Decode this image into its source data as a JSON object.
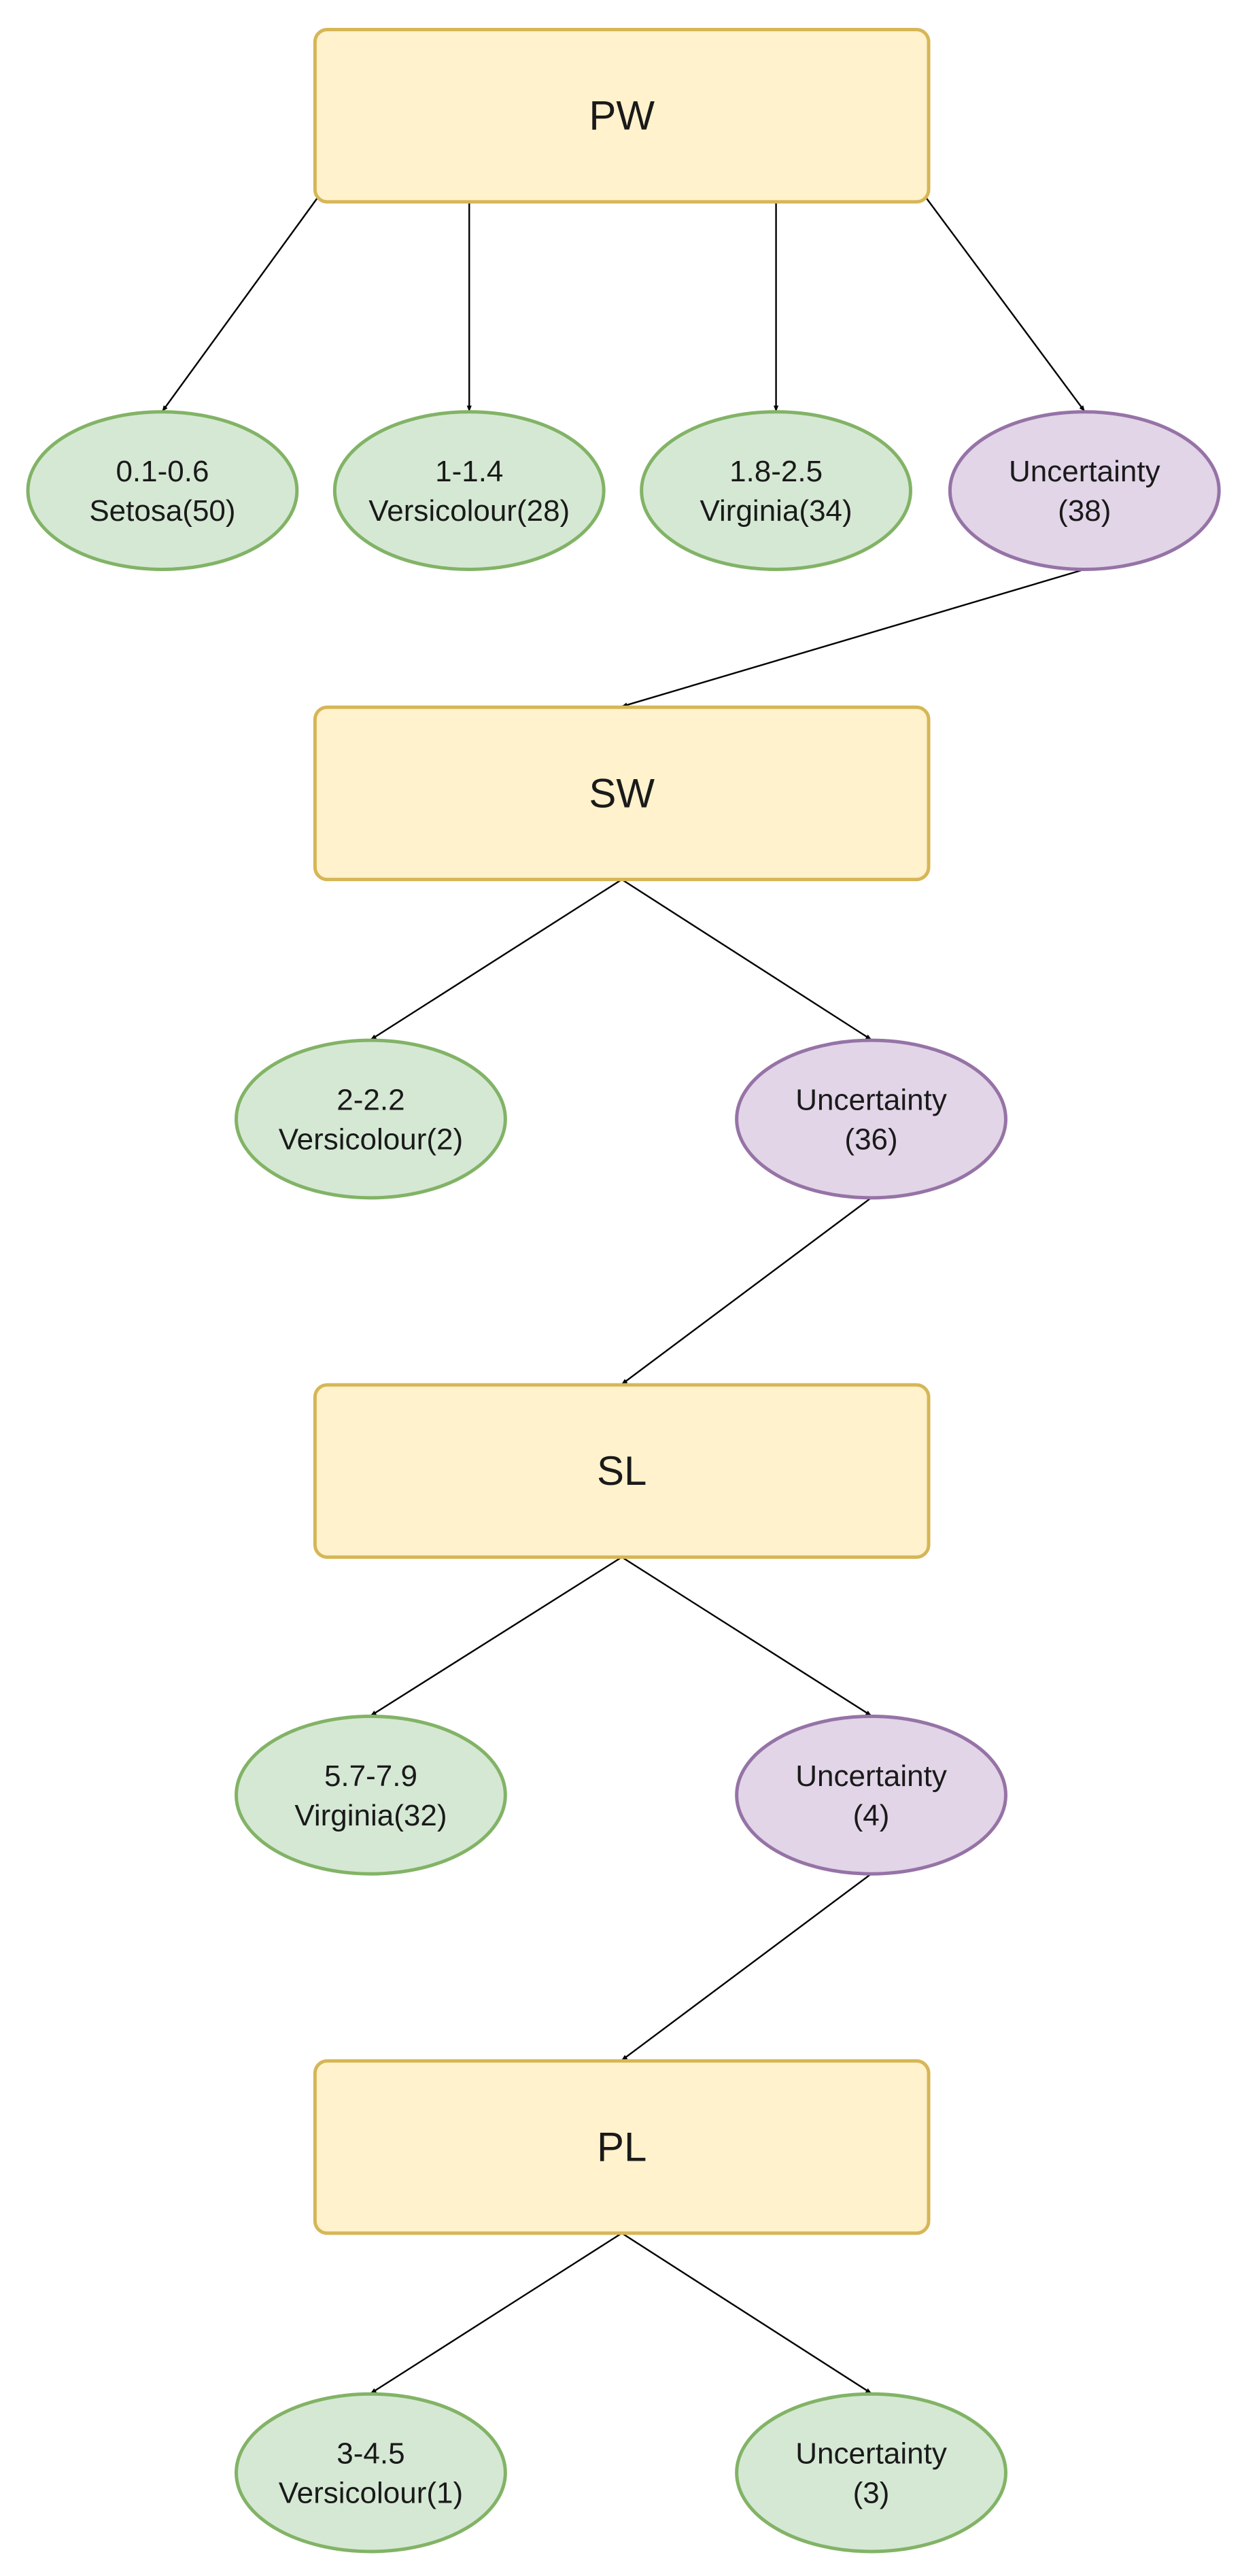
{
  "colors": {
    "feature_fill": "#fff2cc",
    "feature_stroke": "#d6b656",
    "class_fill": "#d5e8d4",
    "class_stroke": "#82b366",
    "uncertainty_fill": "#e1d5e7",
    "uncertainty_stroke": "#9673a6",
    "edge": "#000000"
  },
  "levels": [
    {
      "feature": "PW",
      "children": [
        {
          "line1": "0.1-0.6",
          "line2": "Setosa(50)",
          "kind": "class"
        },
        {
          "line1": "1-1.4",
          "line2": "Versicolour(28)",
          "kind": "class"
        },
        {
          "line1": "1.8-2.5",
          "line2": "Virginia(34)",
          "kind": "class"
        },
        {
          "line1": "Uncertainty",
          "line2": "(38)",
          "kind": "uncertainty"
        }
      ]
    },
    {
      "feature": "SW",
      "children": [
        {
          "line1": "2-2.2",
          "line2": "Versicolour(2)",
          "kind": "class"
        },
        {
          "line1": "Uncertainty",
          "line2": "(36)",
          "kind": "uncertainty"
        }
      ]
    },
    {
      "feature": "SL",
      "children": [
        {
          "line1": "5.7-7.9",
          "line2": "Virginia(32)",
          "kind": "class"
        },
        {
          "line1": "Uncertainty",
          "line2": "(4)",
          "kind": "uncertainty"
        }
      ]
    },
    {
      "feature": "PL",
      "children": [
        {
          "line1": "3-4.5",
          "line2": "Versicolour(1)",
          "kind": "class"
        },
        {
          "line1": "Uncertainty",
          "line2": "(3)",
          "kind": "class"
        }
      ]
    }
  ]
}
